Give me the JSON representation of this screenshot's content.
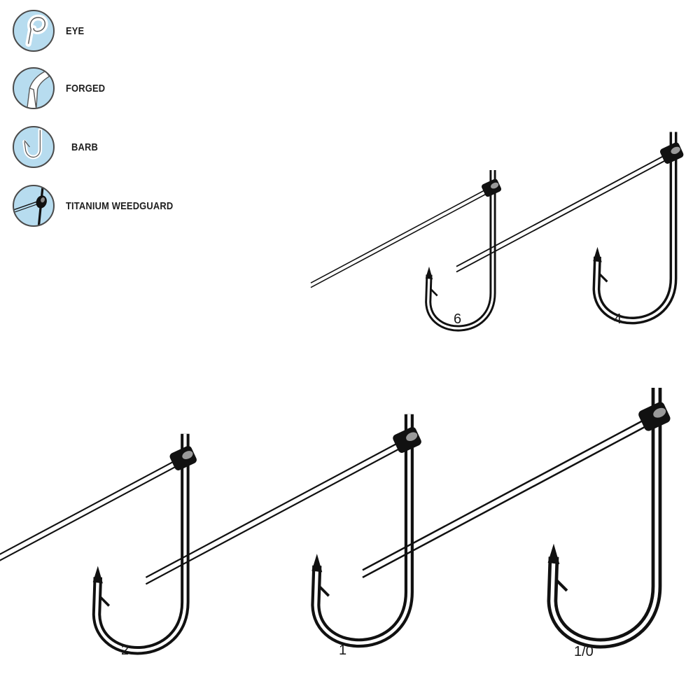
{
  "features": [
    {
      "label": "EYE",
      "icon": "eye-icon"
    },
    {
      "label": "FORGED",
      "icon": "forged-icon"
    },
    {
      "label": "BARB",
      "icon": "barb-icon"
    },
    {
      "label": "TITANIUM WEEDGUARD",
      "icon": "weedguard-icon"
    }
  ],
  "hooks": [
    {
      "size": "6"
    },
    {
      "size": "4"
    },
    {
      "size": "2"
    },
    {
      "size": "1"
    },
    {
      "size": "1/0"
    }
  ],
  "colors": {
    "badge_fill": "#b7dcef",
    "ink": "#1a1a1a"
  }
}
